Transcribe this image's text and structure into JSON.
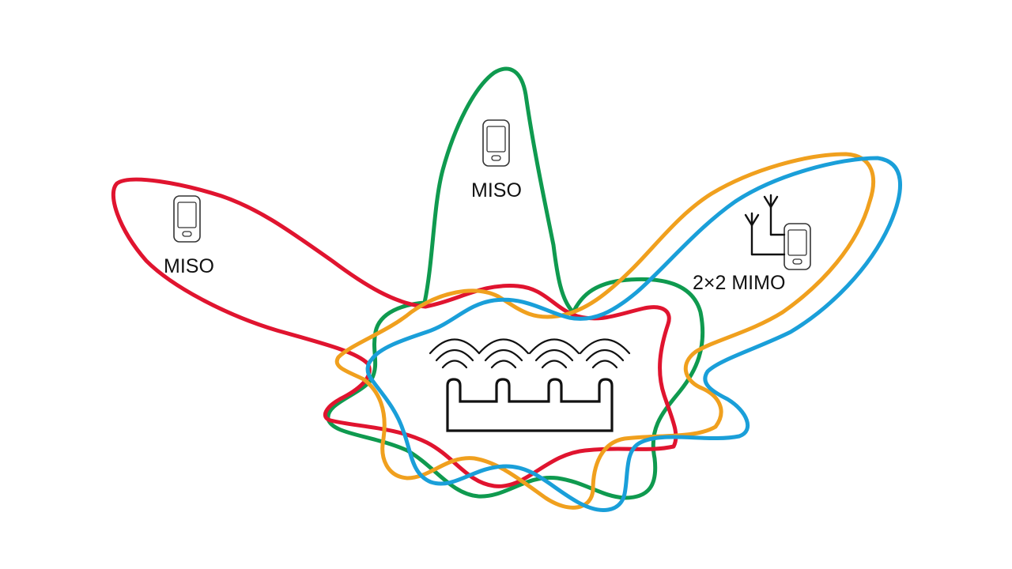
{
  "labels": {
    "left_device": "MISO",
    "top_device": "MISO",
    "right_device": "2×2 MIMO"
  },
  "colors": {
    "red_lobe": "#e0142f",
    "green_lobe": "#0f9a4f",
    "orange_lobe": "#f0a01e",
    "blue_lobe": "#1a9fd9"
  },
  "icons": {
    "router": "router-icon",
    "device": "smartphone-icon",
    "antenna": "antenna-icon",
    "signal": "wifi-signal-icon"
  }
}
